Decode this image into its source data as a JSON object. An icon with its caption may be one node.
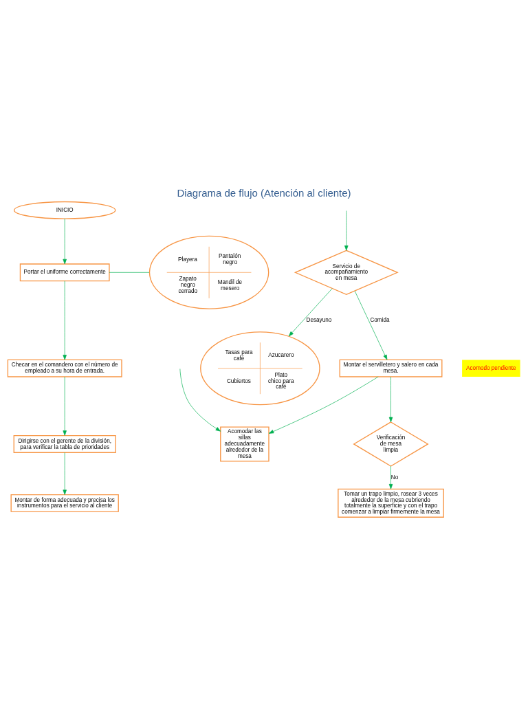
{
  "diagram": {
    "title": "Diagrama de flujo (Atención al cliente)",
    "nodes": [
      {
        "text": [
          "INICIO"
        ]
      },
      {
        "text": [
          "Portar el uniforme correctamente"
        ]
      },
      {
        "text": [
          "Playera",
          "Pantalón negro",
          "Zapato negro cerrado",
          "Mandil de mesero"
        ]
      },
      {
        "text": [
          "Checar en el comandero con el número de empleado a su hora de entrada."
        ]
      },
      {
        "text": [
          "Dirigirse con el gerente de la división, para verificar la tabla de prioridades"
        ]
      },
      {
        "text": [
          "Montar de forma adecuada y precisa los instrumentos para el servicio al cliente"
        ]
      },
      {
        "text": [
          "Servicio de acompañamiento en mesa"
        ]
      },
      {
        "text": [
          "Tasas para café",
          "Azucarero",
          "Cubiertos",
          "Plato chico para café"
        ]
      },
      {
        "text": [
          "Montar el servilletero y salero en cada mesa."
        ]
      },
      {
        "text": [
          "Acomodar las sillas adecuadamente alrededor de la mesa"
        ]
      },
      {
        "text": [
          "Verificación de mesa limpia"
        ]
      },
      {
        "text": [
          "Tomar un trapo limpio, rosear 3 veces alrededor de la mesa cubriendo totalmente la superficie y con el trapo comenzar a limpiar firmemente la mesa"
        ]
      }
    ],
    "edges": [
      {
        "from": 0,
        "to": 1,
        "arrow": "to"
      },
      {
        "from": 1,
        "to": 2,
        "arrow": "none"
      },
      {
        "from": 1,
        "to": 3,
        "arrow": "to"
      },
      {
        "from": 3,
        "to": 4,
        "arrow": "to"
      },
      {
        "from": 4,
        "to": 5,
        "arrow": "to"
      },
      {
        "from": null,
        "to": 6,
        "arrow": "to"
      },
      {
        "from": 6,
        "to": 7,
        "arrow": "to",
        "label": "Desayuno"
      },
      {
        "from": 6,
        "to": 8,
        "arrow": "to",
        "label": "Comida"
      },
      {
        "from": 8,
        "to": 9,
        "arrow": "to"
      },
      {
        "from": 8,
        "to": 10,
        "arrow": "to"
      },
      {
        "from": 10,
        "to": 11,
        "arrow": "to",
        "label": "No"
      },
      {
        "from": null,
        "to": 9,
        "arrow": "to"
      }
    ],
    "labels": [
      "Acomodo pendiente"
    ]
  }
}
